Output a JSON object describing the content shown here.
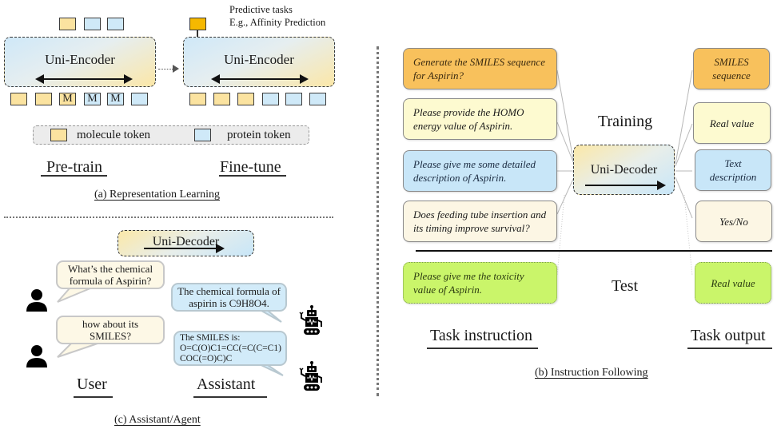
{
  "panel_a": {
    "caption": "(a) Representation Learning",
    "pretrain": {
      "encoder_label": "Uni-Encoder",
      "output_tokens": [
        "molecule",
        "protein",
        "protein"
      ],
      "input_tokens": [
        {
          "type": "molecule",
          "text": ""
        },
        {
          "type": "molecule",
          "text": ""
        },
        {
          "type": "molecule",
          "text": "M"
        },
        {
          "type": "protein",
          "text": "M"
        },
        {
          "type": "protein",
          "text": "M"
        },
        {
          "type": "protein",
          "text": ""
        }
      ],
      "label": "Pre-train"
    },
    "finetune": {
      "encoder_label": "Uni-Encoder",
      "output_note_line1": "Predictive tasks",
      "output_note_line2": "E.g., Affinity Prediction",
      "input_tokens": [
        "molecule",
        "molecule",
        "molecule",
        "protein",
        "protein",
        "protein"
      ],
      "label": "Fine-tune"
    },
    "legend": {
      "molecule": "molecule token",
      "protein": "protein token"
    }
  },
  "panel_c": {
    "caption": "(c) Assistant/Agent",
    "decoder_label": "Uni-Decoder",
    "messages": [
      {
        "role": "user",
        "text": "What’s the chemical formula of Aspirin?"
      },
      {
        "role": "assistant",
        "text": "The chemical formula of aspirin is C9H8O4."
      },
      {
        "role": "user",
        "text": "how about its SMILES?"
      },
      {
        "role": "assistant",
        "line1": "The SMILES is:",
        "line2": "O=C(O)C1=CC(=C(C=C1)",
        "line3": "COC(=O)C)C"
      }
    ],
    "user_label": "User",
    "assistant_label": "Assistant"
  },
  "panel_b": {
    "caption": "(b) Instruction Following",
    "training_label": "Training",
    "test_label": "Test",
    "decoder_label": "Uni-Decoder",
    "instructions": [
      {
        "text": "Generate the SMILES sequence for Aspirin?",
        "color": "#f8c15c"
      },
      {
        "text": "Please provide the HOMO energy value of Aspirin.",
        "color": "#fdfad0"
      },
      {
        "text": "Please give me some detailed description of Aspirin.",
        "color": "#c8e6f8"
      },
      {
        "text": "Does feeding tube insertion and its timing improve survival?",
        "color": "#fcf6e4"
      }
    ],
    "outputs": [
      {
        "text": "SMILES sequence",
        "color": "#f8c15c"
      },
      {
        "text": "Real value",
        "color": "#fdfad0"
      },
      {
        "text": "Text description",
        "color": "#c8e6f8"
      },
      {
        "text": "Yes/No",
        "color": "#fcf6e4"
      }
    ],
    "test_instruction": {
      "text": "Please give me the toxicity value of Aspirin.",
      "color": "#caf56a"
    },
    "test_output": {
      "text": "Real value",
      "color": "#caf56a"
    },
    "task_instruction_label": "Task instruction",
    "task_output_label": "Task output"
  }
}
